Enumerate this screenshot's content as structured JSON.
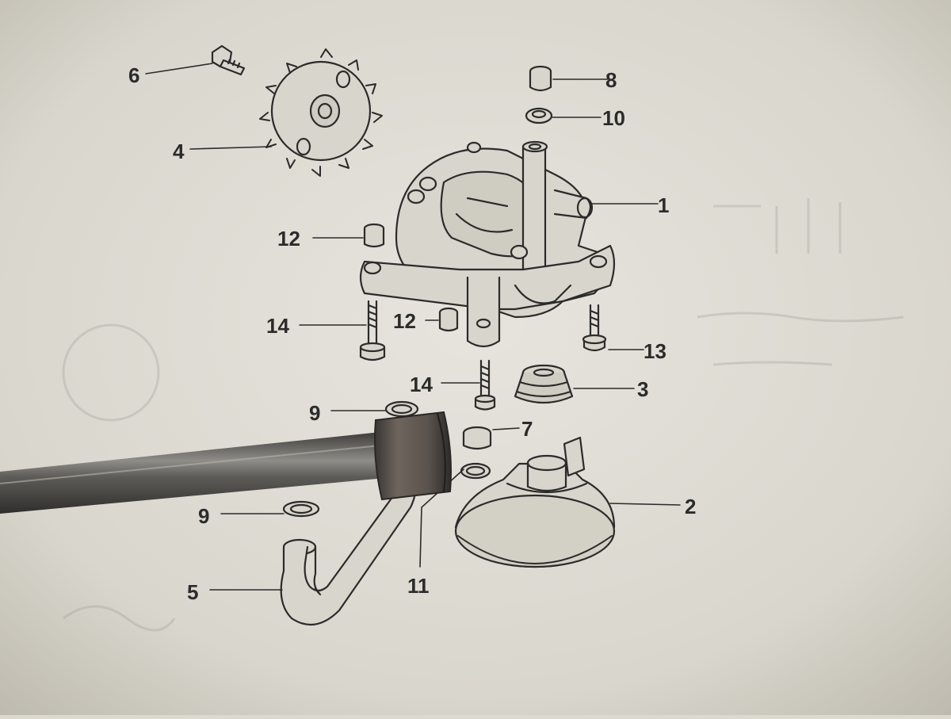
{
  "diagram": {
    "colors": {
      "paper": "#dcd9d0",
      "ink": "#2b2b2b",
      "rod": "#5c5b58"
    },
    "callouts": [
      {
        "id": "c1",
        "label": "1"
      },
      {
        "id": "c2",
        "label": "2"
      },
      {
        "id": "c3",
        "label": "3"
      },
      {
        "id": "c4",
        "label": "4"
      },
      {
        "id": "c5",
        "label": "5"
      },
      {
        "id": "c6",
        "label": "6"
      },
      {
        "id": "c7",
        "label": "7"
      },
      {
        "id": "c8",
        "label": "8"
      },
      {
        "id": "c9a",
        "label": "9"
      },
      {
        "id": "c9b",
        "label": "9"
      },
      {
        "id": "c10",
        "label": "10"
      },
      {
        "id": "c11",
        "label": "11"
      },
      {
        "id": "c12a",
        "label": "12"
      },
      {
        "id": "c12b",
        "label": "12"
      },
      {
        "id": "c13",
        "label": "13"
      },
      {
        "id": "c14a",
        "label": "14"
      },
      {
        "id": "c14b",
        "label": "14"
      }
    ]
  }
}
